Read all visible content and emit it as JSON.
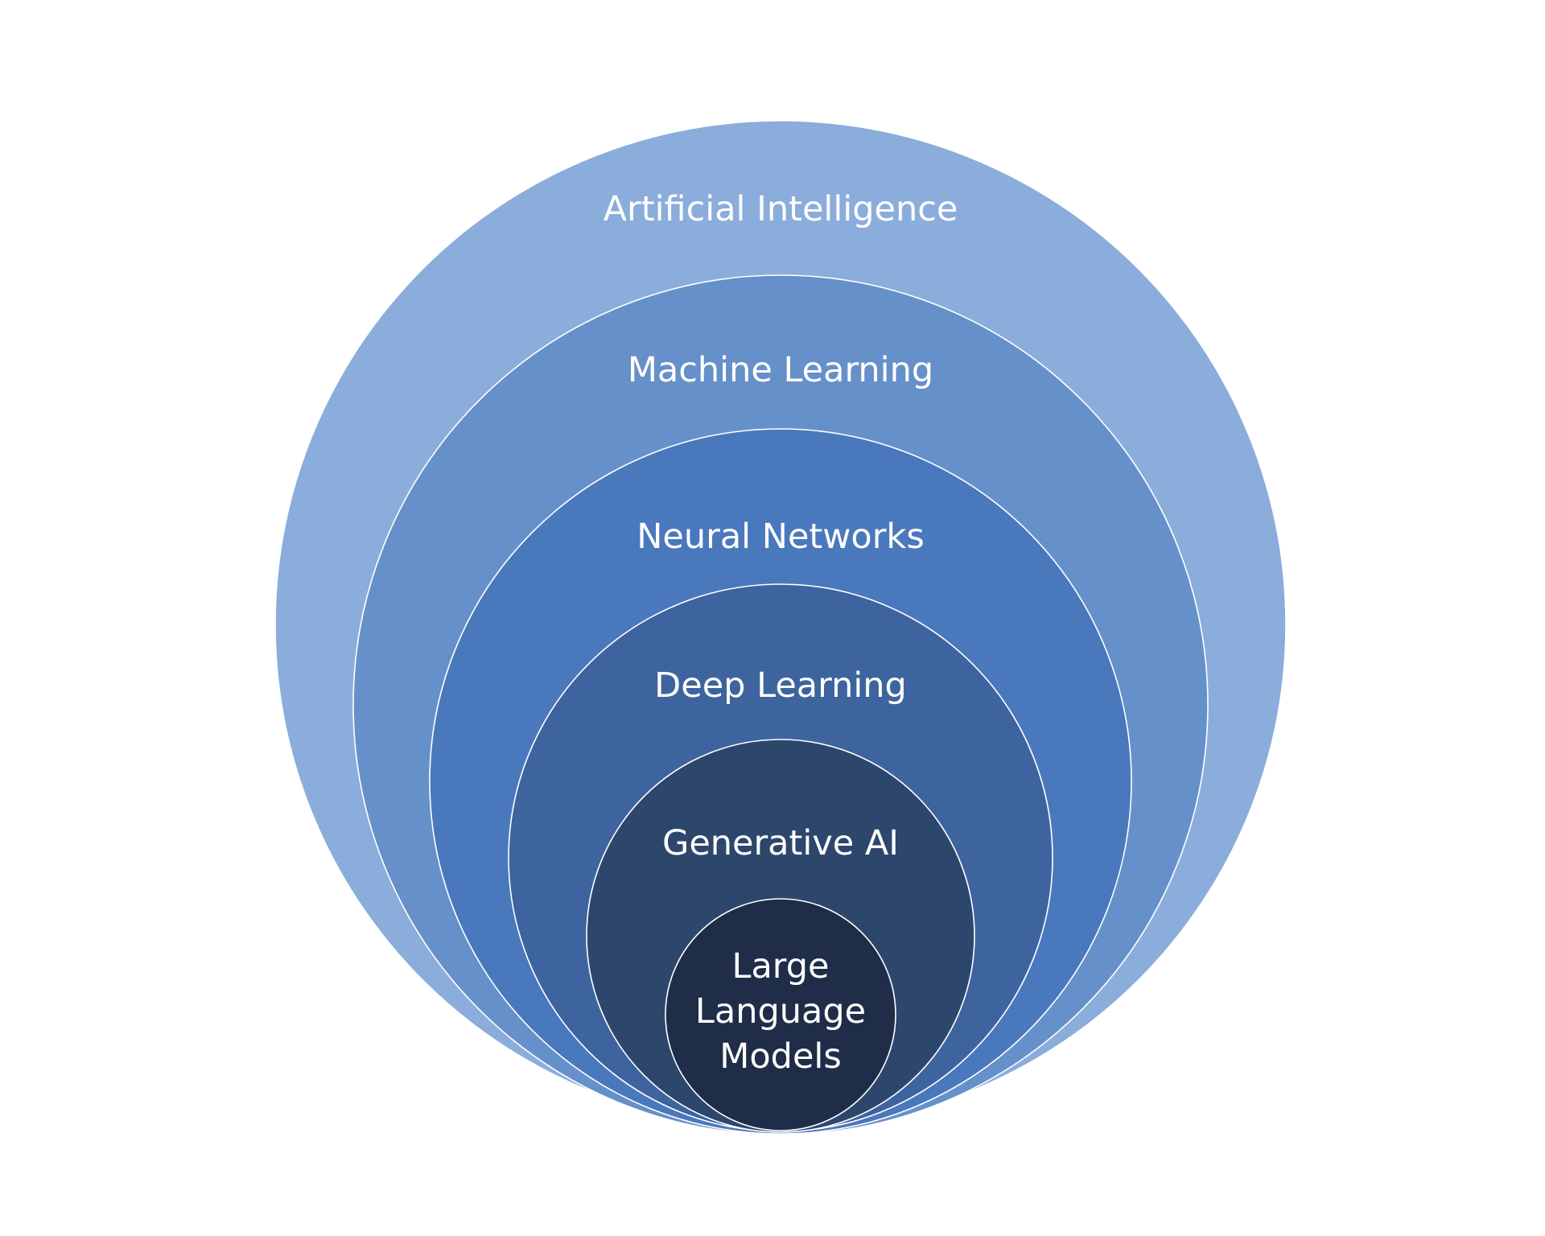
{
  "diagram": {
    "type": "nested-circles",
    "layers": [
      {
        "label_lines": [
          "Artificial Intelligence"
        ],
        "color": "#8aaddb"
      },
      {
        "label_lines": [
          "Machine Learning"
        ],
        "color": "#6690c9"
      },
      {
        "label_lines": [
          "Neural Networks"
        ],
        "color": "#4a78bc"
      },
      {
        "label_lines": [
          "Deep Learning"
        ],
        "color": "#3d649e"
      },
      {
        "label_lines": [
          "Generative AI"
        ],
        "color": "#2d476c"
      },
      {
        "label_lines": [
          "Large",
          "Language",
          "Models"
        ],
        "color": "#1f2d48"
      }
    ]
  }
}
